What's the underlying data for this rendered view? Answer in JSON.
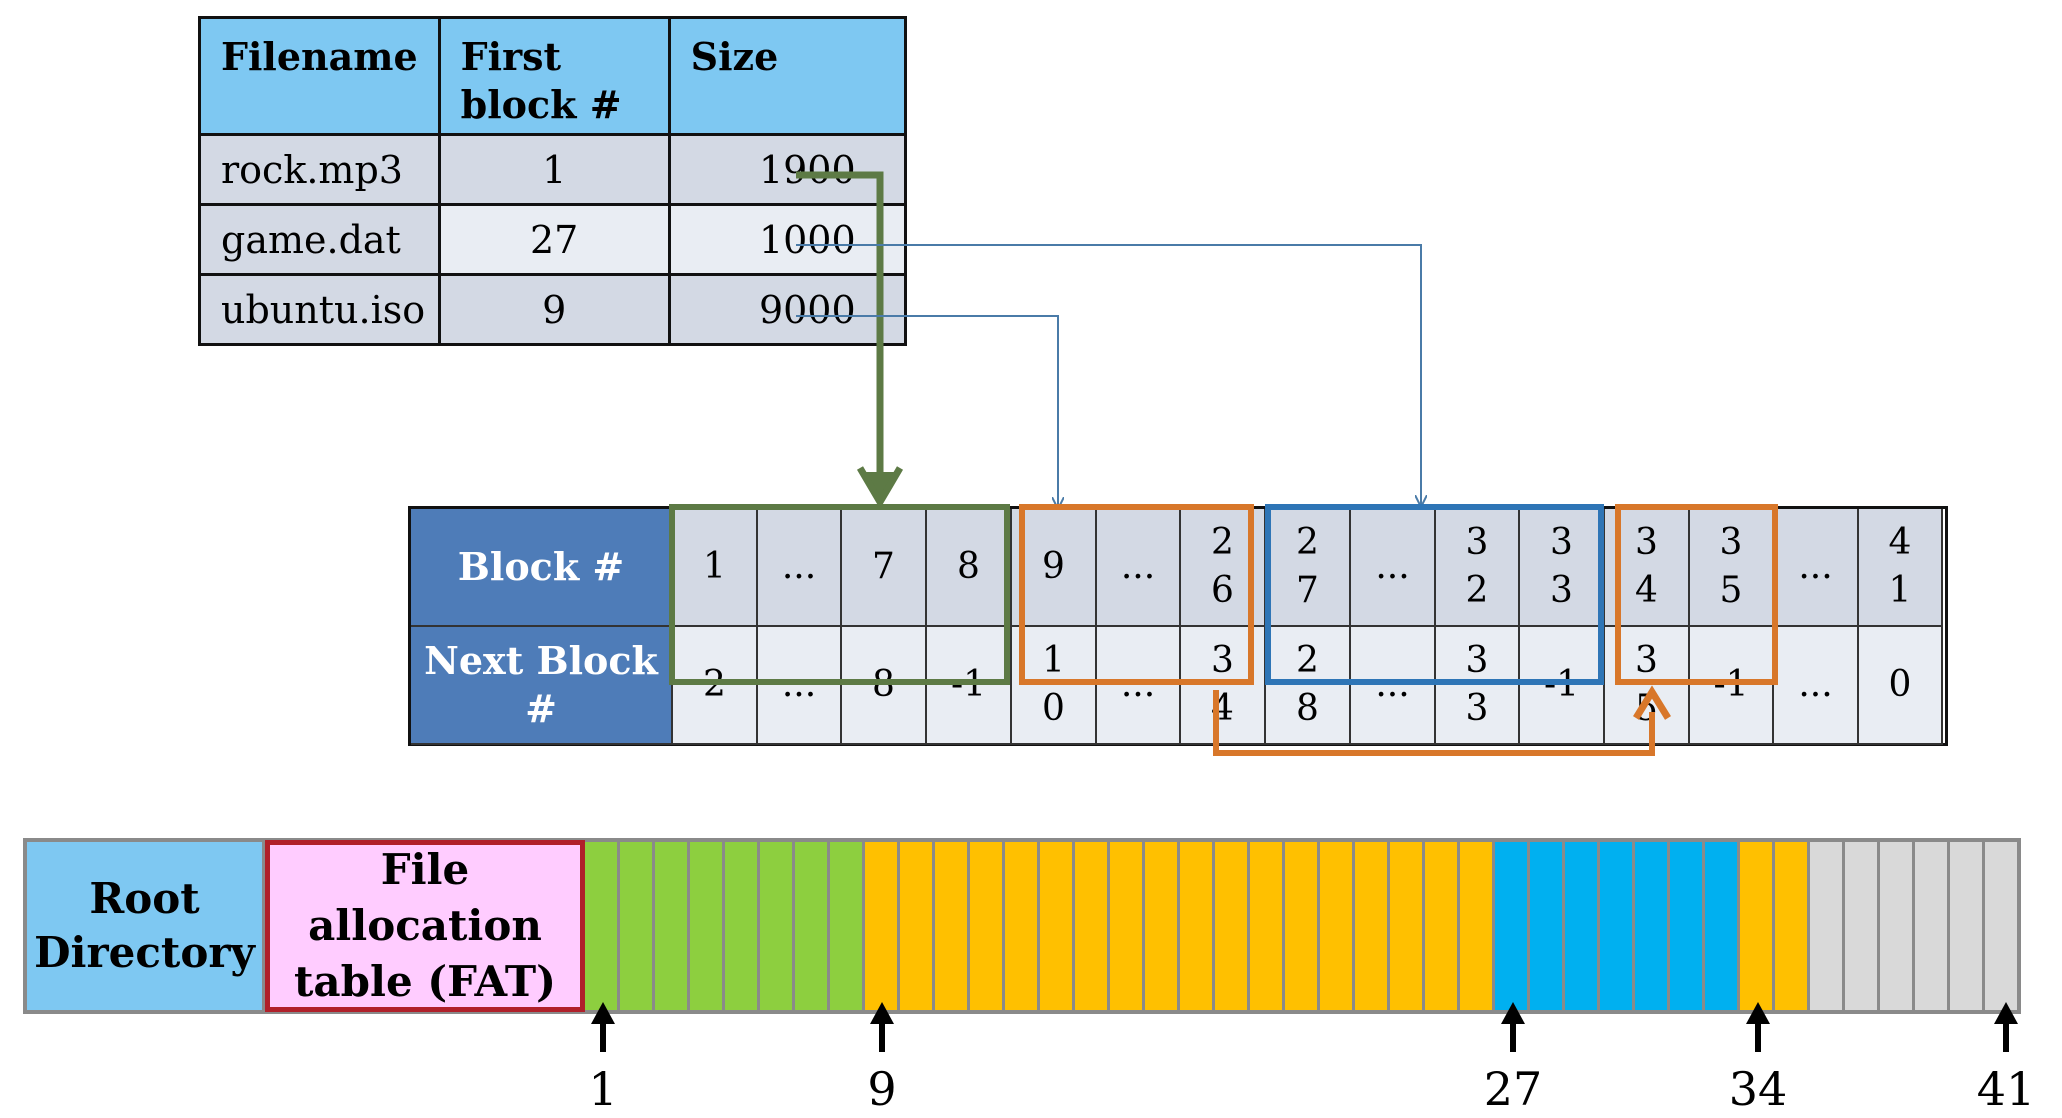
{
  "directory": {
    "headers": [
      "Filename",
      "First block #",
      "Size"
    ],
    "header_lines": {
      "first_block": [
        "First",
        "block #"
      ]
    },
    "rows": [
      {
        "filename": "rock.mp3",
        "first_block": "1",
        "size": "1900"
      },
      {
        "filename": "game.dat",
        "first_block": "27",
        "size": "1000"
      },
      {
        "filename": "ubuntu.iso",
        "first_block": "9",
        "size": "9000"
      }
    ]
  },
  "fat_table": {
    "row_labels": {
      "block": "Block #",
      "next": [
        "Next Block",
        "#"
      ]
    },
    "block_numbers": [
      [
        "1"
      ],
      [
        "..."
      ],
      [
        "7"
      ],
      [
        "8"
      ],
      [
        "9"
      ],
      [
        "..."
      ],
      [
        "2",
        "6"
      ],
      [
        "2",
        "7"
      ],
      [
        "..."
      ],
      [
        "3",
        "2"
      ],
      [
        "3",
        "3"
      ],
      [
        "3",
        "4"
      ],
      [
        "3",
        "5"
      ],
      [
        "..."
      ],
      [
        "4",
        "1"
      ]
    ],
    "next_blocks": [
      [
        "2"
      ],
      [
        "..."
      ],
      [
        "8"
      ],
      [
        "-1"
      ],
      [
        "1",
        "0"
      ],
      [
        "..."
      ],
      [
        "3",
        "4"
      ],
      [
        "2",
        "8"
      ],
      [
        "..."
      ],
      [
        "3",
        "3"
      ],
      [
        "-1"
      ],
      [
        "3",
        "5"
      ],
      [
        "-1"
      ],
      [
        "..."
      ],
      [
        "0"
      ]
    ]
  },
  "disk": {
    "root_label": [
      "Root",
      "Directory"
    ],
    "fat_label": [
      "File",
      "allocation",
      "table (FAT)"
    ],
    "block_colors": {
      "green": "#8dcf3f",
      "orange": "#ffc000",
      "blue": "#00b0f0",
      "gray": "#d9d9d9"
    },
    "segments": [
      {
        "color": "green",
        "count": 8
      },
      {
        "color": "orange",
        "count": 18
      },
      {
        "color": "blue",
        "count": 7
      },
      {
        "color": "orange",
        "count": 2
      },
      {
        "color": "gray",
        "count": 6
      }
    ],
    "markers": [
      "1",
      "9",
      "27",
      "34",
      "41"
    ]
  },
  "colors": {
    "green_box": "#5d7a45",
    "orange_box": "#d8772a",
    "blue_box": "#2e75b6",
    "arrow_thin": "#4a7ba8",
    "fat_border": "#b0202a"
  }
}
